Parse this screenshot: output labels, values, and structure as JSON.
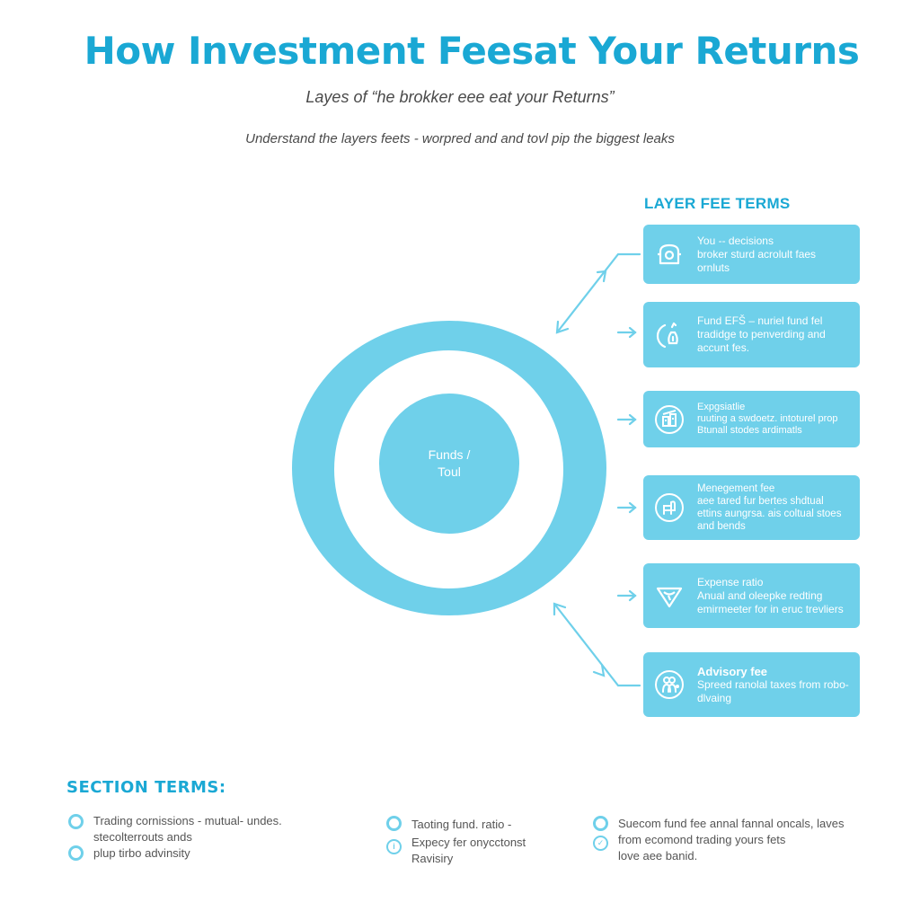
{
  "header": {
    "title": "How Investment Feesat Your Returns",
    "subtitle": "Layes of “he brokker eee eat your Returns”",
    "tagline": "Understand the layers feets - worpred and and tovl pip the biggest leaks"
  },
  "diagram": {
    "core_label_line1": "Funds /",
    "core_label_line2": "Toul",
    "colors": {
      "ring": "#6fd0ea",
      "accent": "#1aa8d4",
      "connector": "#6fd0ea"
    }
  },
  "layer_panel": {
    "heading": "LAYER FEE TERMS",
    "cards": [
      {
        "icon": "camera-icon",
        "head": "You -- decisions",
        "body": "broker sturd acrolult faes ornluts"
      },
      {
        "icon": "fund-bag-icon",
        "head": "Fund EFŠ – nuriel fund fel",
        "body": "tradidge to penverding and accunt fes."
      },
      {
        "icon": "building-chart-icon",
        "head": "Expgsiatlie",
        "body": "ruuting a swdoetz. intoturel prop Btunall stodes ardimatls"
      },
      {
        "icon": "chair-icon",
        "head": "Menegement fee",
        "body": "aee tared fur bertes shdtual ettins aungrsa. ais coltual stoes and bends"
      },
      {
        "icon": "funnel-icon",
        "head": "Expense ratio",
        "body": "Anual and oleepke redting emirmeeter for in eruc trevliers"
      },
      {
        "icon": "advisor-people-icon",
        "head": "Advisory fee",
        "body": "Spreed ranolal taxes from robo-dlvaing"
      }
    ]
  },
  "section_terms": {
    "heading": "SECTION TERMS:",
    "columns": [
      {
        "items": [
          {
            "bullet": "circle-icon",
            "text": "Trading cornissions - mutual- undes. stecolterrouts ands"
          },
          {
            "bullet": "circle-icon",
            "text": "plup tirbo advinsity"
          }
        ]
      },
      {
        "items": [
          {
            "bullet": "circle-icon",
            "text": "Taoting fund. ratio -"
          },
          {
            "bullet": "info-circle-icon",
            "text": "Expecy fer onycctonst Ravisiry"
          }
        ]
      },
      {
        "items": [
          {
            "bullet": "circle-icon",
            "text": "Suecom fund fee annal fannal oncals, laves from ecomond trading yours fets"
          },
          {
            "bullet": "check-circle-icon",
            "text": "love aee banid."
          }
        ]
      }
    ]
  }
}
